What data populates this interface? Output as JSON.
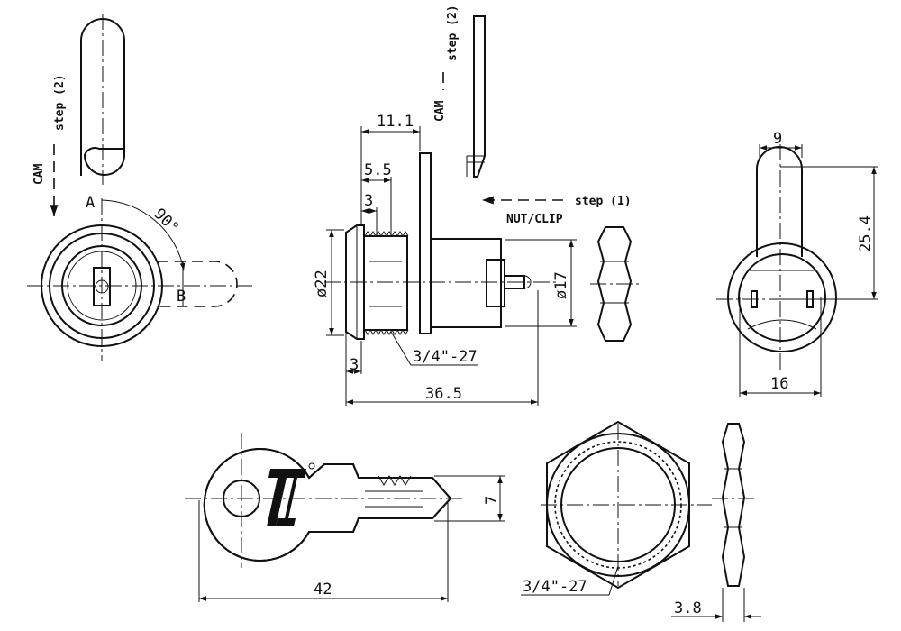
{
  "labels": {
    "cam_left": "CAM",
    "step2_left": "step (2)",
    "cam_top": "CAM",
    "step2_top": "step (2)",
    "step1": "step (1)",
    "nut_clip": "NUT/CLIP",
    "point_a": "A",
    "point_b": "B",
    "angle_90": "90°"
  },
  "dimensions": {
    "d_11_1": "11.1",
    "d_5_5": "5.5",
    "d_3_a": "3",
    "d_dia22": "ø22",
    "d_dia17": "ø17",
    "d_thread_side": "3/4\"-27",
    "d_3_b": "3",
    "d_36_5": "36.5",
    "d_9": "9",
    "d_25_4": "25.4",
    "d_16": "16",
    "d_7": "7",
    "d_42": "42",
    "d_thread_nut": "3/4\"-27",
    "d_3_8": "3.8"
  },
  "colors": {
    "line": "#111111",
    "background": "#ffffff"
  }
}
